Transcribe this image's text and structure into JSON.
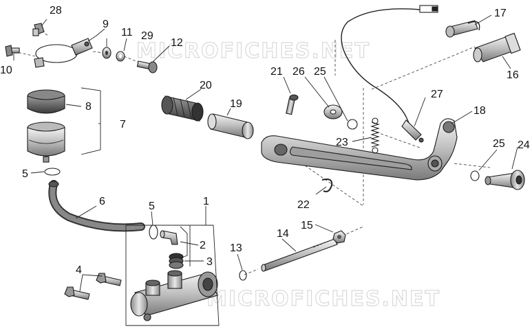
{
  "watermark": {
    "text": "MICROFICHES.NET"
  },
  "labels": {
    "n1": "1",
    "n2": "2",
    "n3": "3",
    "n4": "4",
    "n5a": "5",
    "n5b": "5",
    "n6": "6",
    "n7": "7",
    "n8": "8",
    "n9": "9",
    "n10": "10",
    "n11": "11",
    "n12": "12",
    "n13": "13",
    "n14": "14",
    "n15": "15",
    "n16": "16",
    "n17": "17",
    "n18": "18",
    "n19": "19",
    "n20": "20",
    "n21": "21",
    "n22": "22",
    "n23": "23",
    "n24": "24",
    "n25a": "25",
    "n25b": "25",
    "n26": "26",
    "n27": "27",
    "n28": "28",
    "n29": "29"
  }
}
